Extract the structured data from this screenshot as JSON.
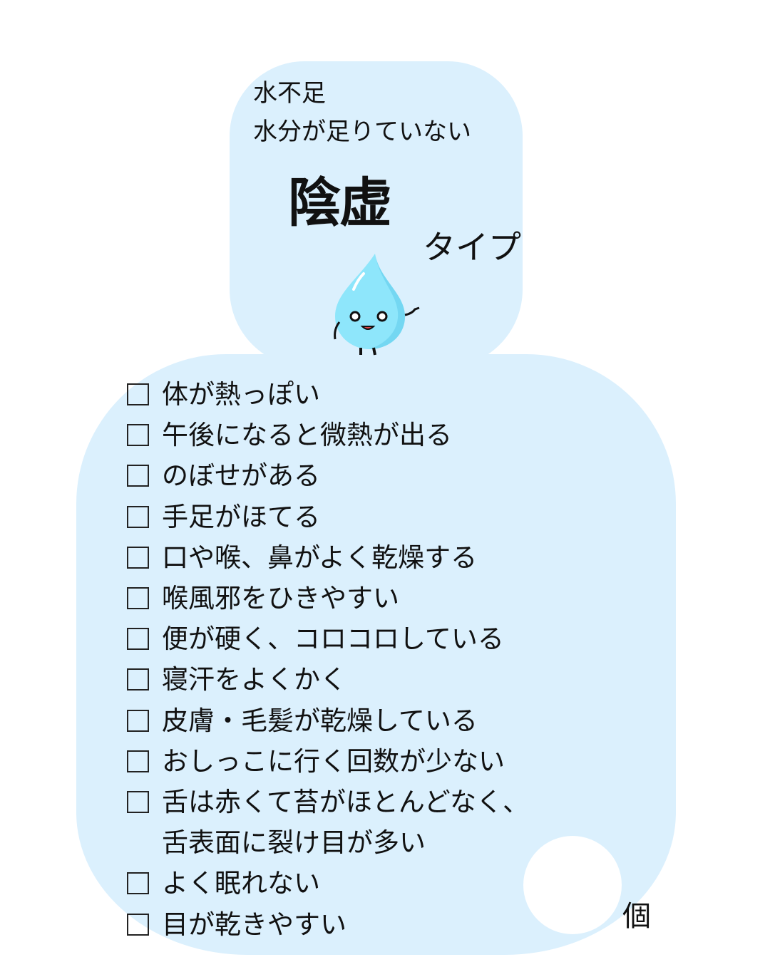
{
  "header": {
    "line1": "水不足",
    "line2": "水分が足りていない",
    "title": "陰虚",
    "type_label": "タイプ"
  },
  "checklist": [
    {
      "label": "体が熱っぽい"
    },
    {
      "label": "午後になると微熱が出る"
    },
    {
      "label": "のぼせがある"
    },
    {
      "label": "手足がほてる"
    },
    {
      "label": "口や喉、鼻がよく乾燥する"
    },
    {
      "label": "喉風邪をひきやすい"
    },
    {
      "label": "便が硬く、コロコロしている"
    },
    {
      "label": "寝汗をよくかく"
    },
    {
      "label": "皮膚・毛髪が乾燥している"
    },
    {
      "label": "おしっこに行く回数が少ない"
    },
    {
      "label": "舌は赤くて苔がほとんどなく、",
      "continuation": "舌表面に裂け目が多い"
    },
    {
      "label": "よく眠れない"
    },
    {
      "label": "目が乾きやすい"
    }
  ],
  "count": {
    "unit": "個"
  },
  "colors": {
    "panel": "#dbf0fd",
    "drop": "#8ee6fb"
  }
}
